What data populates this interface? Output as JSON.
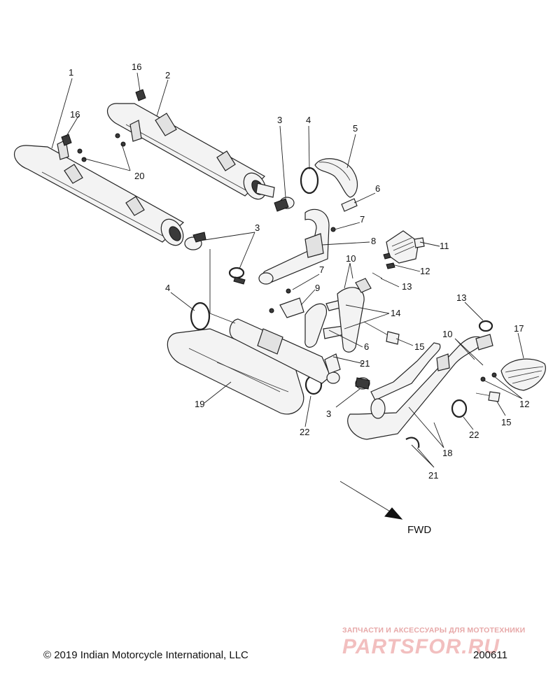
{
  "diagram": {
    "callouts": [
      {
        "id": "c1",
        "text": "1"
      },
      {
        "id": "c16a",
        "text": "16"
      },
      {
        "id": "c2",
        "text": "2"
      },
      {
        "id": "c16b",
        "text": "16"
      },
      {
        "id": "c20",
        "text": "20"
      },
      {
        "id": "c3a",
        "text": "3"
      },
      {
        "id": "c4a",
        "text": "4"
      },
      {
        "id": "c5",
        "text": "5"
      },
      {
        "id": "c6a",
        "text": "6"
      },
      {
        "id": "c7a",
        "text": "7"
      },
      {
        "id": "c3b",
        "text": "3"
      },
      {
        "id": "c8",
        "text": "8"
      },
      {
        "id": "c11",
        "text": "11"
      },
      {
        "id": "c10a",
        "text": "10"
      },
      {
        "id": "c7b",
        "text": "7"
      },
      {
        "id": "c12a",
        "text": "12"
      },
      {
        "id": "c13a",
        "text": "13"
      },
      {
        "id": "c9",
        "text": "9"
      },
      {
        "id": "c4b",
        "text": "4"
      },
      {
        "id": "c14",
        "text": "14"
      },
      {
        "id": "c13b",
        "text": "13"
      },
      {
        "id": "c6b",
        "text": "6"
      },
      {
        "id": "c15a",
        "text": "15"
      },
      {
        "id": "c17",
        "text": "17"
      },
      {
        "id": "c10b",
        "text": "10"
      },
      {
        "id": "c21a",
        "text": "21"
      },
      {
        "id": "c19",
        "text": "19"
      },
      {
        "id": "c3c",
        "text": "3"
      },
      {
        "id": "c22a",
        "text": "22"
      },
      {
        "id": "c12b",
        "text": "12"
      },
      {
        "id": "c15b",
        "text": "15"
      },
      {
        "id": "c22b",
        "text": "22"
      },
      {
        "id": "c18",
        "text": "18"
      },
      {
        "id": "c21b",
        "text": "21"
      }
    ],
    "direction_label": "FWD"
  },
  "footer": {
    "copyright": "© 2019 Indian Motorcycle International, LLC",
    "drawing_number": "200611"
  },
  "watermark": {
    "tagline": "ЗАПЧАСТИ И АКСЕССУАРЫ ДЛЯ МОТОТЕХНИКИ",
    "logo_text": "PARTSFOR.RU"
  }
}
